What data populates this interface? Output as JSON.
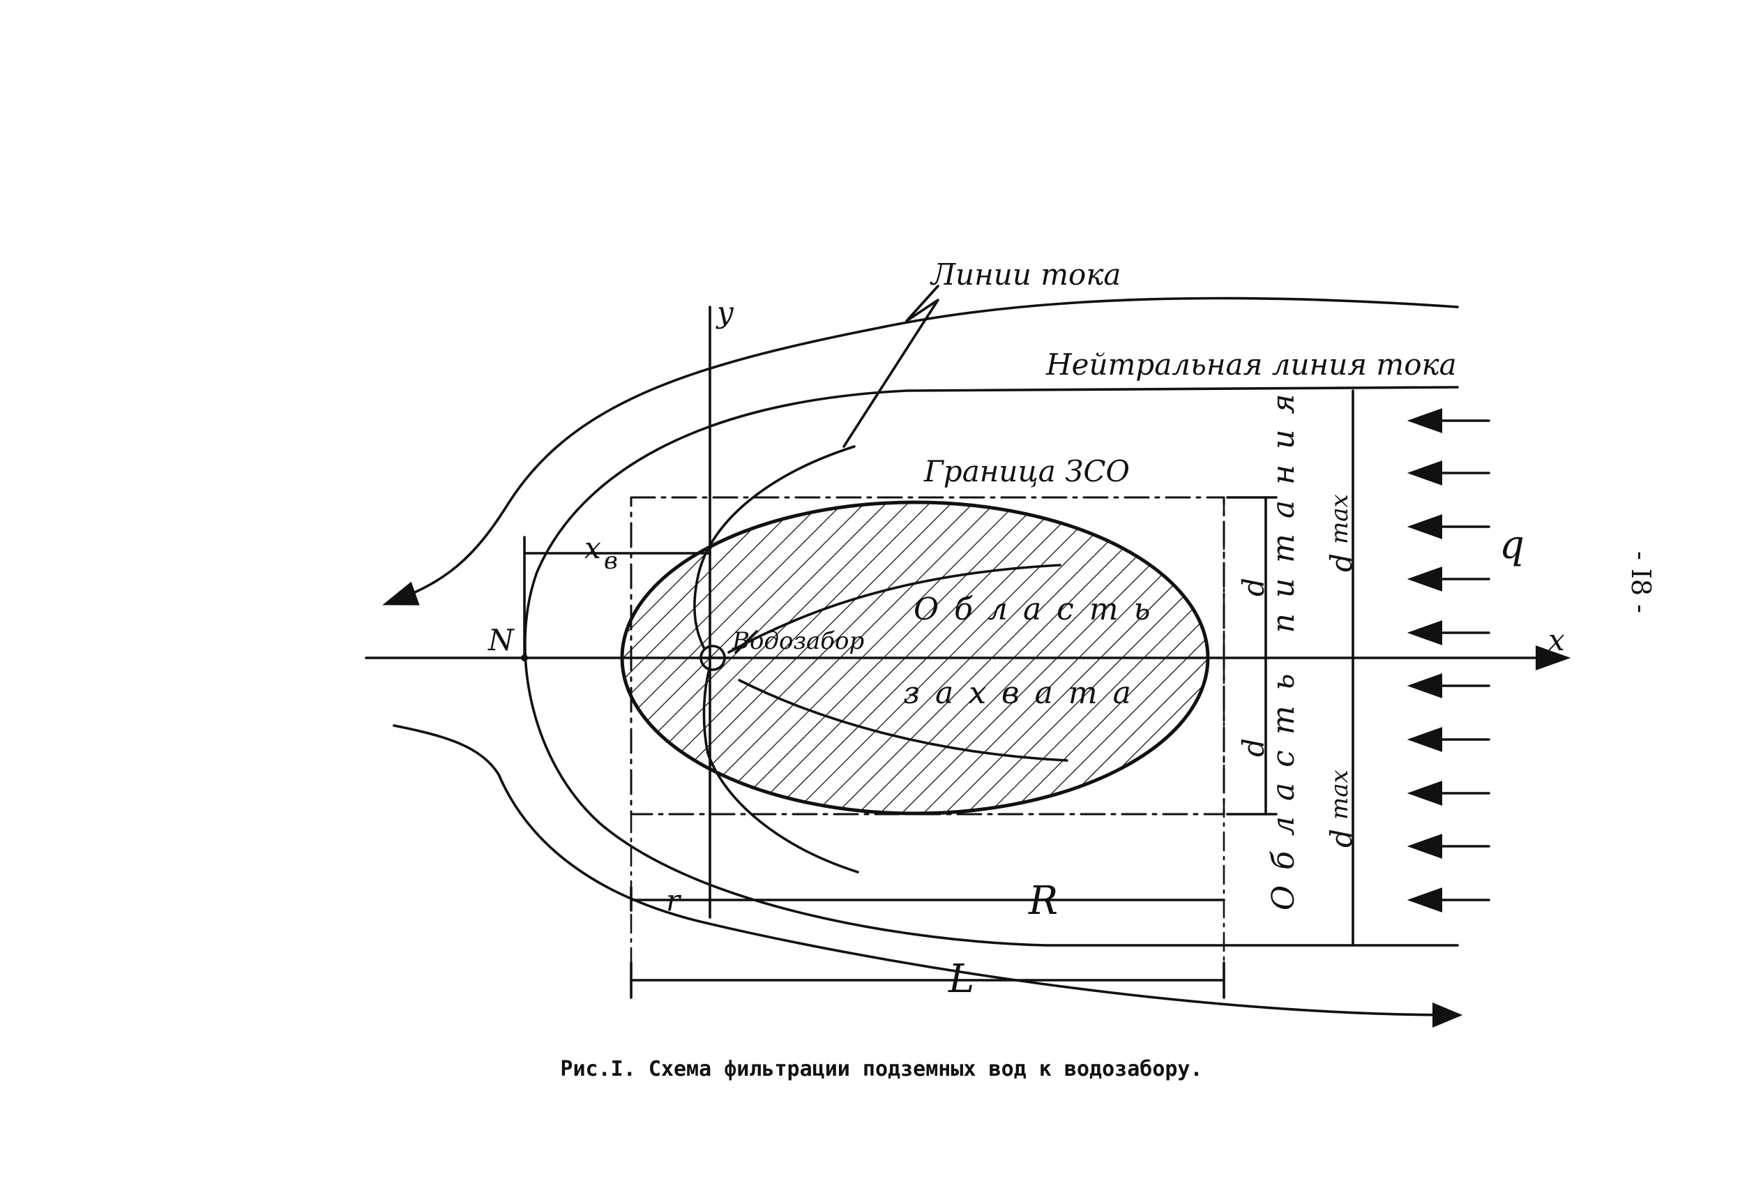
{
  "labels": {
    "streamlines": "Линии тока",
    "neutral_streamline": "Нейтральная линия тока",
    "zso_boundary": "Граница ЗСО",
    "capture_area_line1": "Область",
    "capture_area_line2": "захвата",
    "water_intake": "Водозабор",
    "feed_area": "Область питания",
    "point_n": "N",
    "xb": "x",
    "xb_sub": "в",
    "axis_x": "x",
    "axis_y": "y",
    "d_upper": "d",
    "d_lower": "d",
    "dmax_upper": "d",
    "dmax_upper_sub": "max",
    "dmax_lower": "d",
    "dmax_lower_sub": "max",
    "q": "q",
    "r": "r",
    "R": "R",
    "L": "L"
  },
  "caption": "Рис.I. Схема фильтрации подземных вод к водозабору.",
  "page_number": "- I8 -",
  "colors": {
    "ink": "#111111",
    "background": "#ffffff"
  }
}
